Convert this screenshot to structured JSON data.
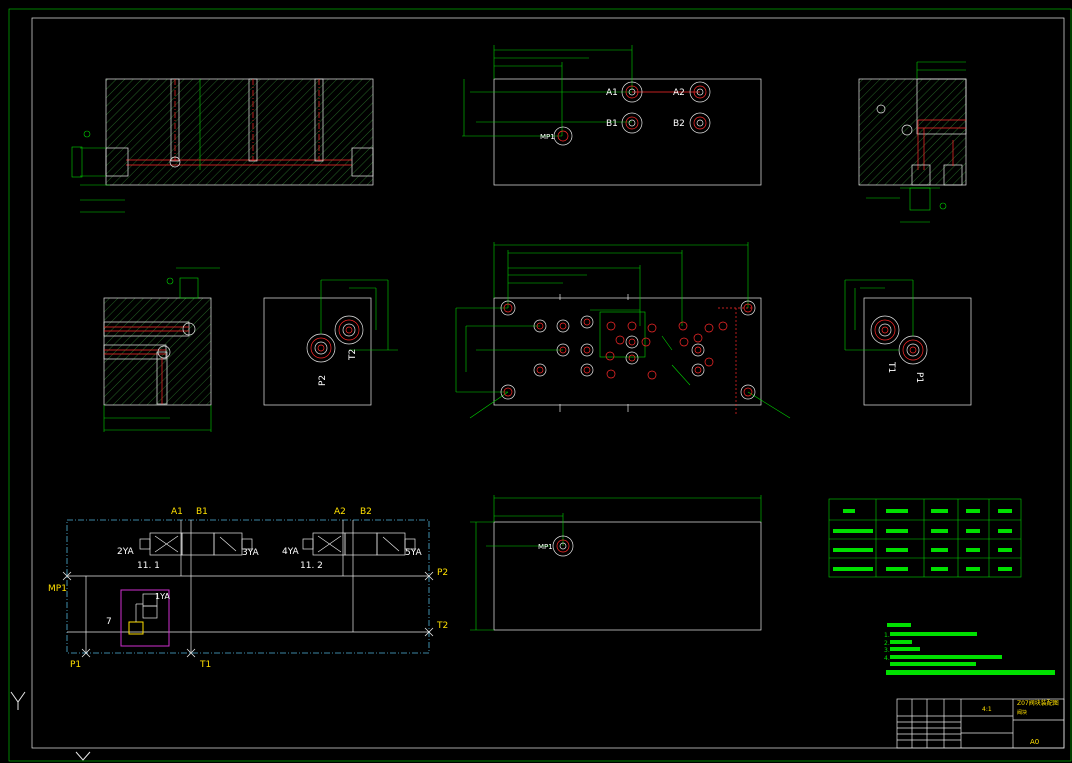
{
  "ports_top": {
    "a1": "A1",
    "a2": "A2",
    "b1": "B1",
    "b2": "B2",
    "mp": "MP1"
  },
  "ports_left": {
    "p2": "P2",
    "t2": "T2"
  },
  "ports_right": {
    "t1": "T1",
    "p1": "P1"
  },
  "bottom_view": {
    "mp": "MP1"
  },
  "schematic": {
    "a1": "A1",
    "b1": "B1",
    "a2": "A2",
    "b2": "B2",
    "yv2": "2YA",
    "yv3": "3YA",
    "yv4": "4YA",
    "yv5": "5YA",
    "yv1": "1YA",
    "v111": "11. 1",
    "v112": "11. 2",
    "n7": "7",
    "mp1": "MP1",
    "p1": "P1",
    "t1": "T1",
    "p2": "P2",
    "t2": "T2"
  },
  "notes": {
    "n1": "1.",
    "n2": "2.",
    "n3": "3.",
    "n4": "4."
  },
  "title_block": {
    "scale": "4:1",
    "sheet": "A0",
    "title": "Z07阀块装配图",
    "subtitle": "阀块"
  },
  "colors": {
    "background": "#000000",
    "line": "#e8e8e8",
    "dimension": "#00d400",
    "ports": "#ff2a2a",
    "labels": "#ffe000"
  }
}
